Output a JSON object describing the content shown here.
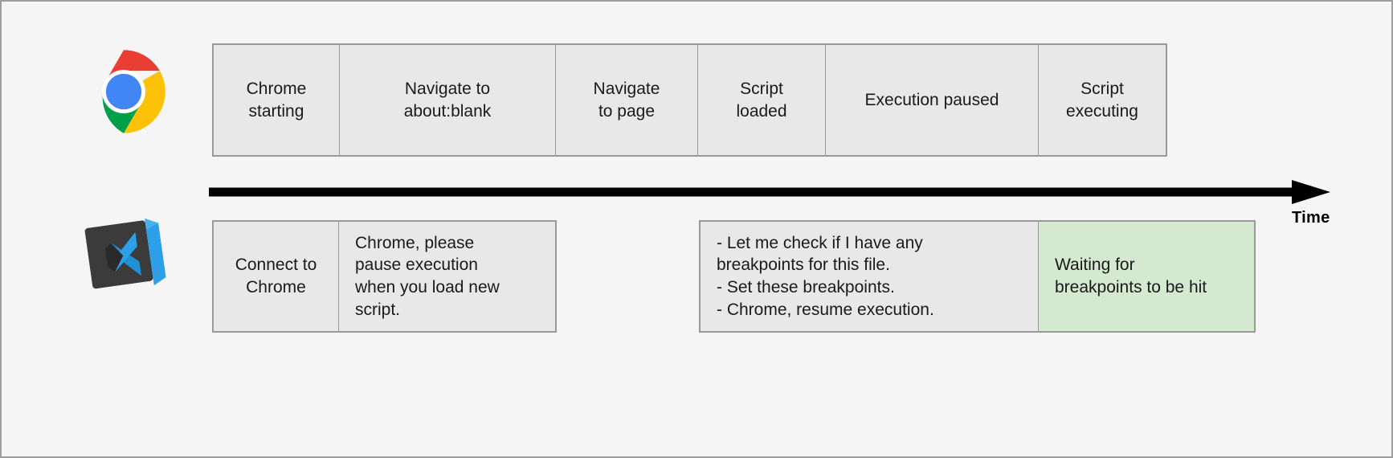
{
  "diagram": {
    "title": "Chrome and VS Code debugging startup timeline",
    "axis_label": "Time",
    "colors": {
      "canvas": "#f5f5f5",
      "box_fill": "#e8e8e8",
      "box_border": "#9a9a9a",
      "highlight_fill": "#d5e8d0",
      "arrow": "#000000"
    }
  },
  "lanes": [
    {
      "id": "chrome",
      "icon": "chrome-logo-icon",
      "icon_label": "Google Chrome",
      "boxes": [
        {
          "id": "chrome-starting",
          "text": "Chrome\nstarting"
        },
        {
          "id": "navigate-about-blank",
          "text": "Navigate to\nabout:blank"
        },
        {
          "id": "navigate-to-page",
          "text": "Navigate\nto page"
        },
        {
          "id": "script-loaded",
          "text": "Script\nloaded"
        },
        {
          "id": "execution-paused",
          "text": "Execution paused"
        },
        {
          "id": "script-executing",
          "text": "Script\nexecuting"
        }
      ]
    },
    {
      "id": "vscode",
      "icon": "vscode-logo-icon",
      "icon_label": "Visual Studio Code",
      "boxes": [
        {
          "id": "connect-to-chrome",
          "text": "Connect to\nChrome"
        },
        {
          "id": "pause-request",
          "text": "Chrome, please\npause execution\nwhen you load new\nscript."
        },
        {
          "id": "breakpoint-actions",
          "text": "- Let me check if I have any\nbreakpoints for this file.\n- Set these breakpoints.\n- Chrome, resume execution."
        },
        {
          "id": "waiting-breakpoints",
          "text": "Waiting for\nbreakpoints to be hit",
          "highlight": true
        }
      ]
    }
  ]
}
